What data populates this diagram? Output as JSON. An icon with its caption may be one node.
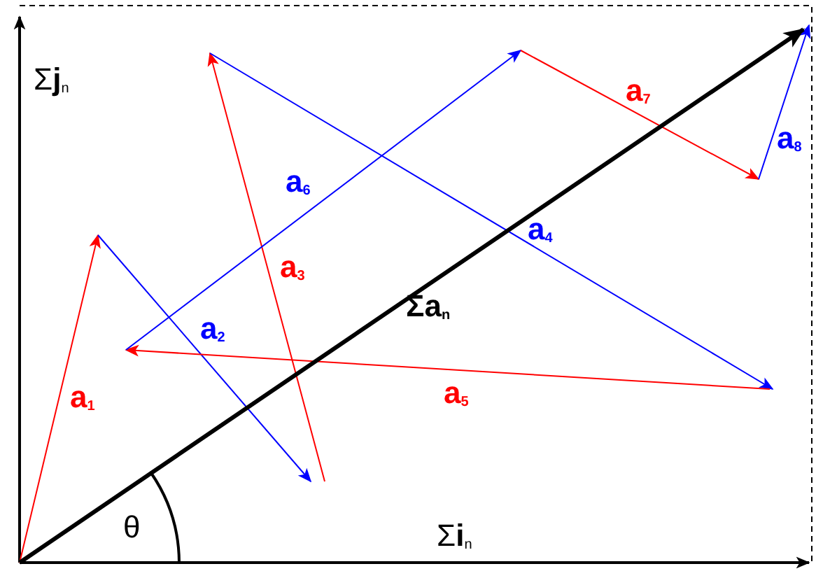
{
  "diagram": {
    "labels": [
      "Σ**j**$_{n}$",
      "a$_{7}$",
      "a$_{8}$",
      "a$_{6}$",
      "a$_{4}$",
      "a$_{3}$",
      "Σ**a**$_{n}$",
      "a$_{2}$",
      "a$_{1}$",
      "a$_{5}$",
      "θ",
      "Σ**i**$_{n}$"
    ]
  }
}
